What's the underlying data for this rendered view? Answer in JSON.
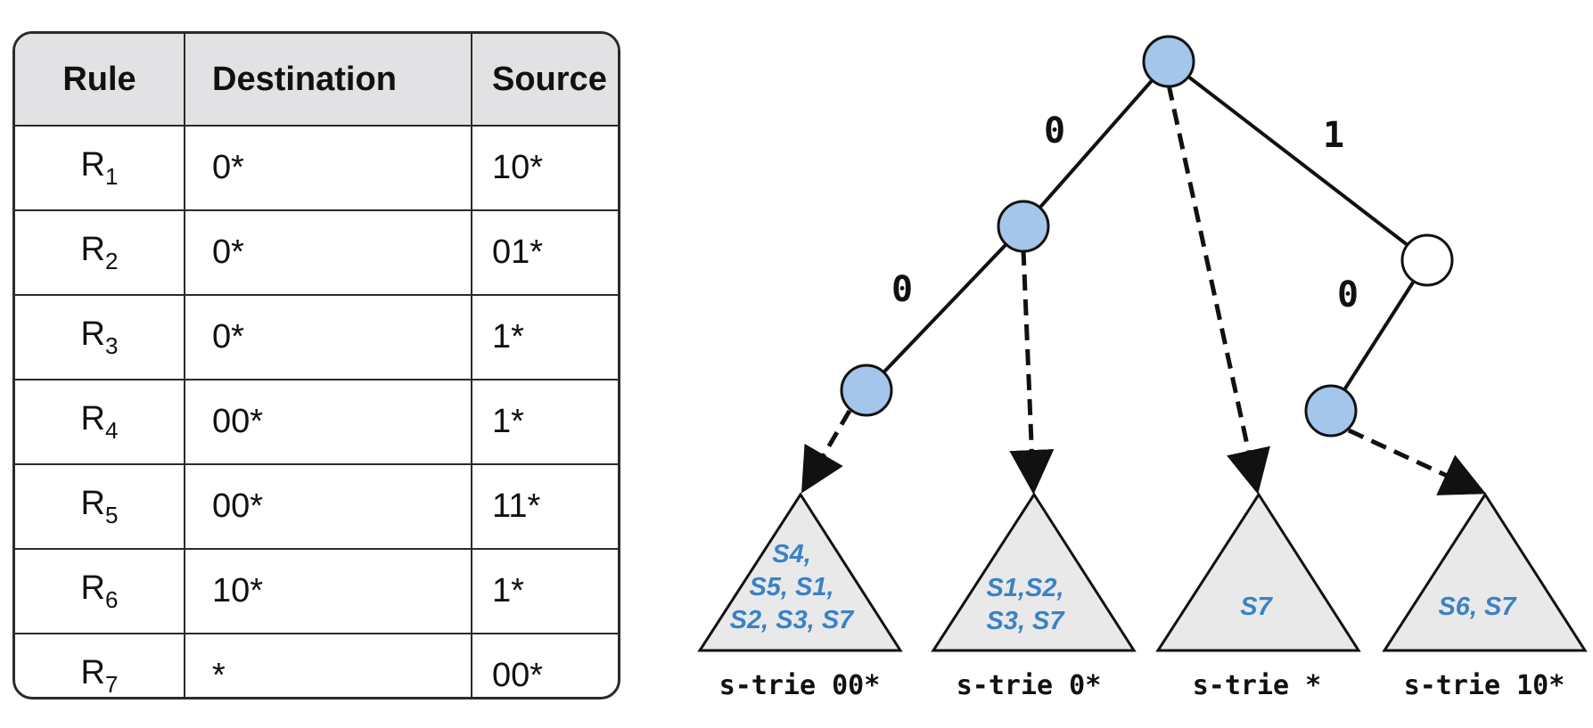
{
  "table": {
    "headers": [
      "Rule",
      "Destination",
      "Source"
    ],
    "rows": [
      {
        "rule_main": "R",
        "rule_sub": "1",
        "destination": "0*",
        "source": "10*"
      },
      {
        "rule_main": "R",
        "rule_sub": "2",
        "destination": "0*",
        "source": "01*"
      },
      {
        "rule_main": "R",
        "rule_sub": "3",
        "destination": "0*",
        "source": "1*"
      },
      {
        "rule_main": "R",
        "rule_sub": "4",
        "destination": "00*",
        "source": "1*"
      },
      {
        "rule_main": "R",
        "rule_sub": "5",
        "destination": "00*",
        "source": "11*"
      },
      {
        "rule_main": "R",
        "rule_sub": "6",
        "destination": "10*",
        "source": "1*"
      },
      {
        "rule_main": "R",
        "rule_sub": "7",
        "destination": "*",
        "source": "00*"
      }
    ]
  },
  "trie": {
    "edge_labels": {
      "root_left": "0",
      "root_right": "1",
      "left_left": "0",
      "right_left": "0"
    },
    "subtries": [
      {
        "lines": [
          "S4,",
          "S5, S1,",
          "S2, S3, S7"
        ],
        "label": "s-trie 00*"
      },
      {
        "lines": [
          "S1,S2,",
          "S3, S7"
        ],
        "label": "s-trie 0*"
      },
      {
        "lines": [
          "S7"
        ],
        "label": "s-trie *"
      },
      {
        "lines": [
          "S6, S7"
        ],
        "label": "s-trie 10*"
      }
    ]
  },
  "colors": {
    "filled_node": "#a3c6ea",
    "empty_node": "#ffffff",
    "subtrie_fill": "#e9e9ea",
    "subtrie_text": "#3b82c4",
    "header_bg": "#e2e2e4",
    "line": "#111111"
  }
}
